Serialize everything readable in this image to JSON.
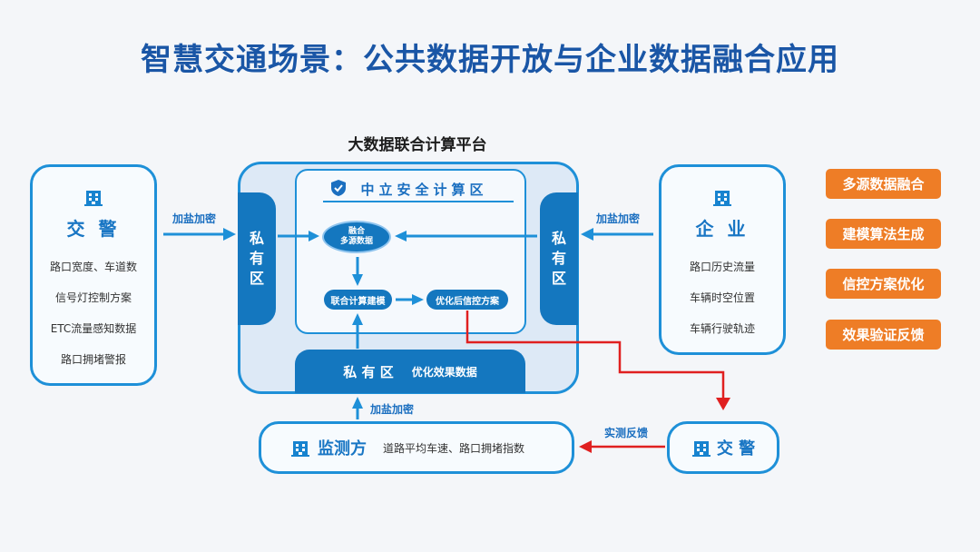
{
  "title": "智慧交通场景：公共数据开放与企业数据融合应用",
  "platform": {
    "title": "大数据联合计算平台",
    "neutral_zone": "中立安全计算区",
    "left_private": [
      "私",
      "有",
      "区"
    ],
    "right_private": [
      "私",
      "有",
      "区"
    ],
    "bottom_private_label": "私 有 区",
    "bottom_private_data": "优化效果数据",
    "fusion_node": [
      "融合",
      "多源数据"
    ],
    "modeling_node": "联合计算建模",
    "plan_node": "优化后信控方案"
  },
  "left_party": {
    "name": "交 警",
    "items": [
      "路口宽度、车道数",
      "信号灯控制方案",
      "ETC流量感知数据",
      "路口拥堵警报"
    ]
  },
  "right_party": {
    "name": "企 业",
    "items": [
      "路口历史流量",
      "车辆时空位置",
      "车辆行驶轨迹"
    ]
  },
  "monitor": {
    "name": "监测方",
    "data": "道路平均车速、路口拥堵指数"
  },
  "police_bottom": {
    "name": "交 警"
  },
  "arrow_labels": {
    "left_encrypt": "加盐加密",
    "right_encrypt": "加盐加密",
    "bottom_encrypt": "加盐加密",
    "feedback": "实测反馈"
  },
  "tags": [
    "多源数据融合",
    "建模算法生成",
    "信控方案优化",
    "效果验证反馈"
  ],
  "colors": {
    "primary": "#1477bf",
    "border": "#1e90d8",
    "title": "#1a56a6",
    "orange": "#ee7d26",
    "red": "#e02020"
  },
  "icons": [
    "building-icon",
    "shield-icon"
  ]
}
